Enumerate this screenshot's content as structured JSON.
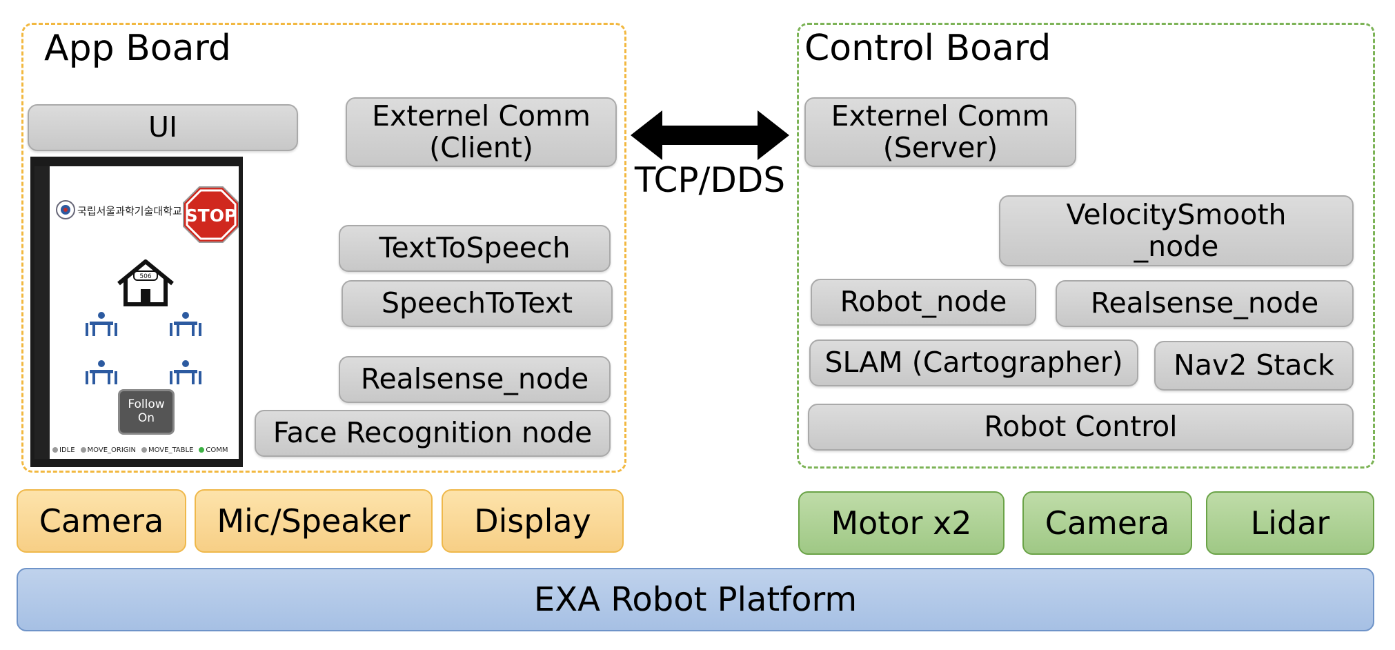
{
  "app_board": {
    "title": "App Board",
    "nodes": {
      "ui": "UI",
      "ext_comm_client": "Externel Comm\n(Client)",
      "tts": "TextToSpeech",
      "stt": "SpeechToText",
      "realsense": "Realsense_node",
      "face_recog": "Face Recognition node"
    },
    "screenshot": {
      "university": "국립서울과학기술대학교",
      "stop_sign": "STOP",
      "house_label": "506",
      "follow_button": "Follow\nOn",
      "status": [
        "IDLE",
        "MOVE_ORIGIN",
        "MOVE_TABLE",
        "COMM"
      ]
    },
    "hardware": [
      "Camera",
      "Mic/Speaker",
      "Display"
    ]
  },
  "connection": {
    "label": "TCP/DDS"
  },
  "control_board": {
    "title": "Control Board",
    "nodes": {
      "ext_comm_server": "Externel Comm\n(Server)",
      "velocity": "VelocitySmooth\n_node",
      "robot_node": "Robot_node",
      "realsense": "Realsense_node",
      "slam": "SLAM (Cartographer)",
      "nav2": "Nav2 Stack",
      "robot_control": "Robot Control"
    },
    "hardware": [
      "Motor x2",
      "Camera",
      "Lidar"
    ]
  },
  "platform": {
    "label": "EXA Robot Platform"
  },
  "colors": {
    "app_border": "#f2b840",
    "control_border": "#7cb356",
    "app_hw_fill": "#f7cf86",
    "control_hw_fill": "#9fc885",
    "platform_fill": "#a6c0e4",
    "node_fill": "#c8c8c8",
    "stop_red": "#d0281e"
  }
}
